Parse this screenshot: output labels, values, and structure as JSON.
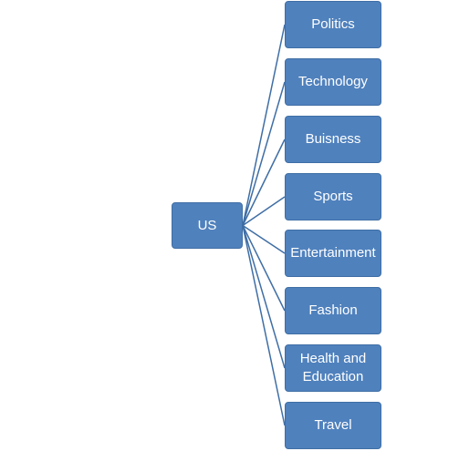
{
  "diagram": {
    "root": {
      "label": "US"
    },
    "children": [
      {
        "label": "Politics"
      },
      {
        "label": "Technology"
      },
      {
        "label": "Buisness"
      },
      {
        "label": "Sports"
      },
      {
        "label": "Entertainment"
      },
      {
        "label": "Fashion"
      },
      {
        "label": "Health and\nEducation"
      },
      {
        "label": "Travel"
      }
    ],
    "colors": {
      "node_fill": "#4f81bd",
      "node_border": "#3f6ea5",
      "connector": "#3f6ea5",
      "text": "#ffffff"
    }
  }
}
